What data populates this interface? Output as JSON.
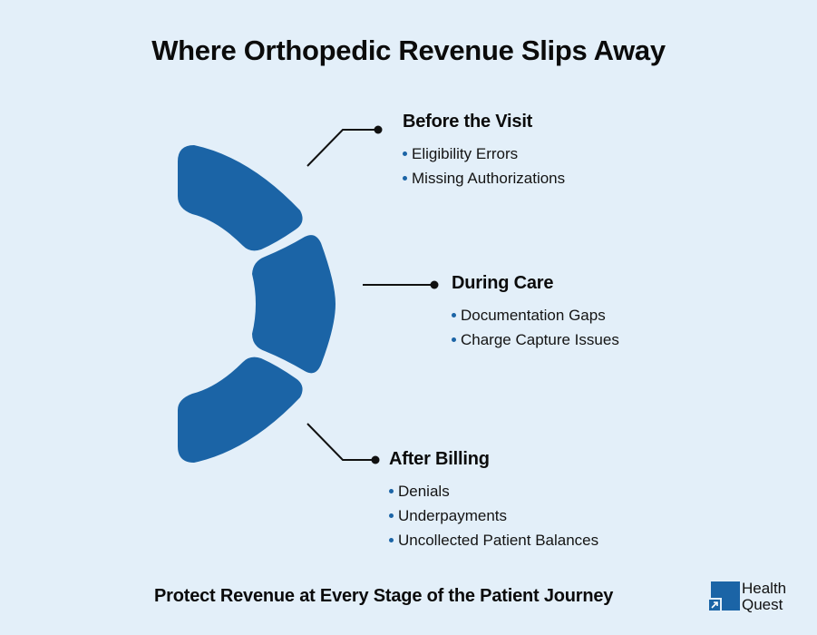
{
  "title": "Where Orthopedic Revenue Slips Away",
  "colors": {
    "segment": "#1b64a6",
    "background": "#e3eff9",
    "connector": "#111111"
  },
  "stages": [
    {
      "title": "Before the Visit",
      "bullets": [
        "Eligibility Errors",
        "Missing Authorizations"
      ]
    },
    {
      "title": "During Care",
      "bullets": [
        "Documentation Gaps",
        "Charge Capture Issues"
      ]
    },
    {
      "title": "After Billing",
      "bullets": [
        "Denials",
        "Underpayments",
        "Uncollected Patient Balances"
      ]
    }
  ],
  "footer": "Protect Revenue at Every Stage of the Patient Journey",
  "logo": {
    "line1": "Health",
    "line2": "Quest",
    "icon": "health-quest-logo-icon"
  }
}
